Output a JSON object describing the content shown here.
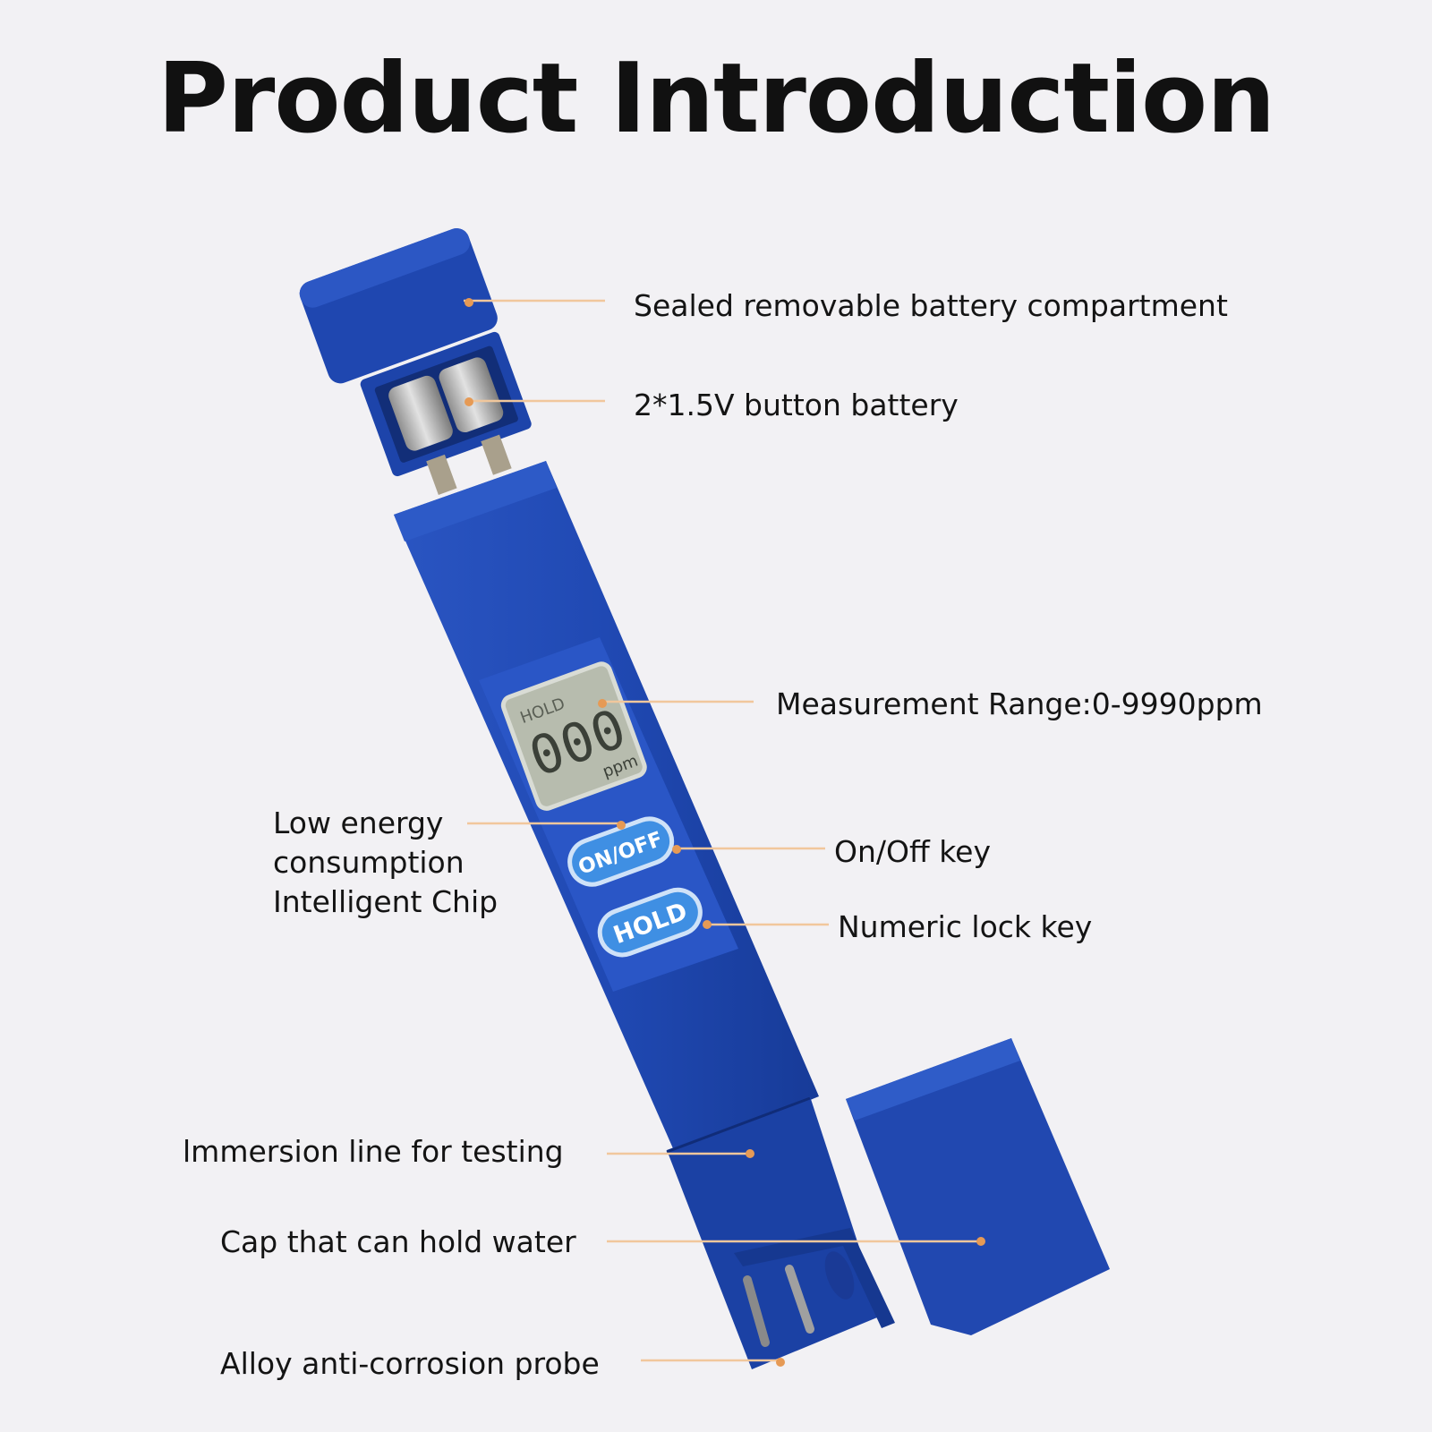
{
  "title": "Product Introduction",
  "device": {
    "lcd": {
      "hold": "HOLD",
      "digits": "000",
      "unit": "ppm"
    },
    "buttons": {
      "on_off": "ON/OFF",
      "hold": "HOLD"
    }
  },
  "labels": {
    "battery_compartment": "Sealed removable battery compartment",
    "button_battery": "2*1.5V button battery",
    "measurement_range": "Measurement Range:0-9990ppm",
    "chip": [
      "Low energy",
      "consumption",
      "Intelligent Chip"
    ],
    "on_off_key": "On/Off key",
    "numeric_lock_key": "Numeric lock key",
    "immersion_line": "lmmersion line for testing",
    "cap": "Cap that can hold water",
    "probe": "Alloy anti-corrosion probe"
  },
  "colors": {
    "background": "#f2f1f4",
    "device_blue": "#1e47ad",
    "device_dark": "#163890",
    "leader_line": "#f1c79c",
    "leader_dot": "#e69a55",
    "button_fill": "#3f8fe3"
  }
}
